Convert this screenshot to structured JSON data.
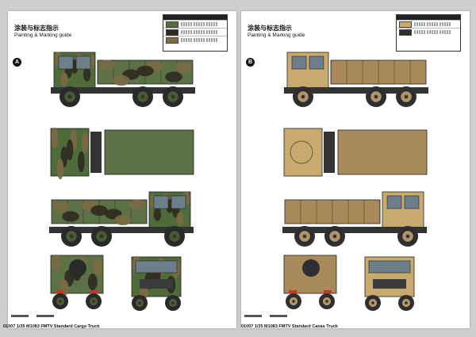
{
  "sheets": [
    {
      "badge": "A",
      "title_cn": "涂装与标志指示",
      "title_en": "Painting & Marking guide",
      "model_line": "01007 1/35  M1083 FMTV Standard Cargo Truck",
      "camo": {
        "base": "#4f6b3a",
        "patch1": "#2d2a20",
        "patch2": "#7a6a44",
        "cargo": "#5d7147",
        "tire": "#2a2a2a",
        "hub": "#4a5a34"
      },
      "legend_swatches": [
        "#5a6e3b",
        "#2b2a22",
        "#7b6c45"
      ]
    },
    {
      "badge": "B",
      "title_cn": "涂装与标志指示",
      "title_en": "Painting & Marking guide",
      "model_line": "01007 1/35  M1083 FMTV Standard Canas Truck",
      "camo": {
        "base": "#c8aa6f",
        "patch1": "#c8aa6f",
        "patch2": "#c8aa6f",
        "cargo": "#a8895a",
        "tire": "#2f2f33",
        "hub": "#b09566"
      },
      "legend_swatches": [
        "#c8aa6f",
        "#2f2f33"
      ]
    }
  ]
}
